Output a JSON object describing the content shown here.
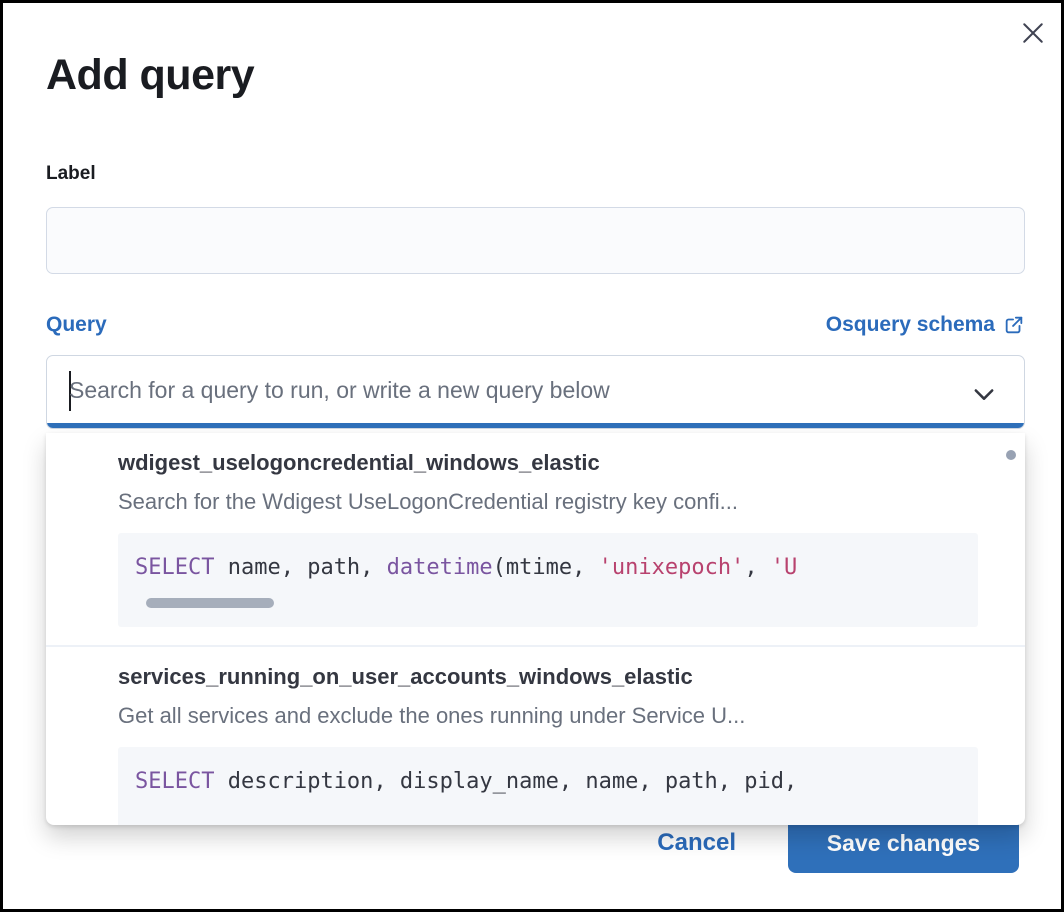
{
  "modal": {
    "title": "Add query"
  },
  "form": {
    "label_field": {
      "label": "Label",
      "value": "",
      "placeholder": ""
    },
    "query_field": {
      "label": "Query",
      "schema_link_label": "Osquery schema",
      "value": "",
      "placeholder": "Search for a query to run, or write a new query below"
    }
  },
  "dropdown": {
    "options": [
      {
        "title": "wdigest_uselogoncredential_windows_elastic",
        "description": "Search for the Wdigest UseLogonCredential registry key confi...",
        "code": [
          [
            "kw",
            "SELECT"
          ],
          [
            "pl",
            " name, path, "
          ],
          [
            "kw",
            "datetime"
          ],
          [
            "pl",
            "(mtime, "
          ],
          [
            "str",
            "'unixepoch'"
          ],
          [
            "pl",
            ", "
          ],
          [
            "str",
            "'U"
          ]
        ],
        "h_scrollbar": true
      },
      {
        "title": "services_running_on_user_accounts_windows_elastic",
        "description": "Get all services and exclude the ones running under Service U...",
        "code": [
          [
            "kw",
            "SELECT"
          ],
          [
            "pl",
            " description, display_name, name, path, pid,"
          ]
        ],
        "h_scrollbar": false
      }
    ]
  },
  "footer": {
    "cancel_label": "Cancel",
    "save_label": "Save changes"
  },
  "icons": {
    "close": "close-icon",
    "external_link": "external-link-icon",
    "chevron_down": "chevron-down-icon"
  },
  "colors": {
    "primary_blue": "#2f70ba",
    "link_blue": "#2b6bbb",
    "title_text": "#1a1c21",
    "option_title_text": "#343741",
    "muted_text": "#69707d",
    "border_gray": "#d3dae6",
    "code_background": "#f5f7fa",
    "code_keyword": "#7a55a0",
    "code_string": "#b8426e",
    "scrollbar_gray": "#a6aebb"
  }
}
